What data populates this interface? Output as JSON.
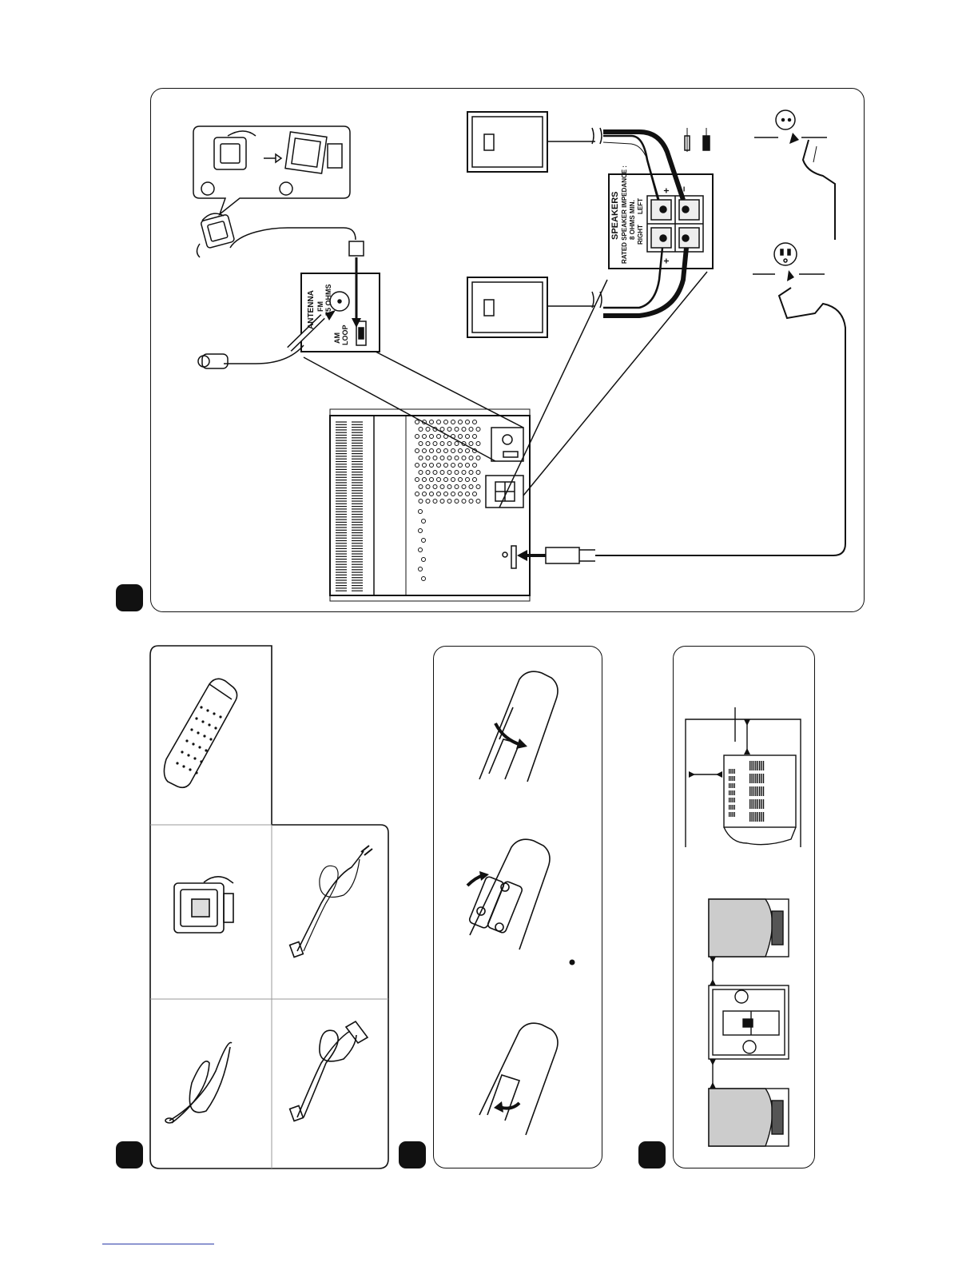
{
  "connection_panel": {
    "antenna_label": "ANTENNA",
    "fm_label": "FM",
    "ohms_label": "75 OHMS",
    "am_label": "AM",
    "loop_label": "LOOP",
    "speakers_title": "SPEAKERS",
    "impedance_label": "RATED SPEAKER IMPEDANCE :",
    "ohms_min_label": "8 OHMS MIN.",
    "right_label": "RIGHT",
    "left_label": "LEFT",
    "plus_sign": "+",
    "minus_sign": "−"
  }
}
